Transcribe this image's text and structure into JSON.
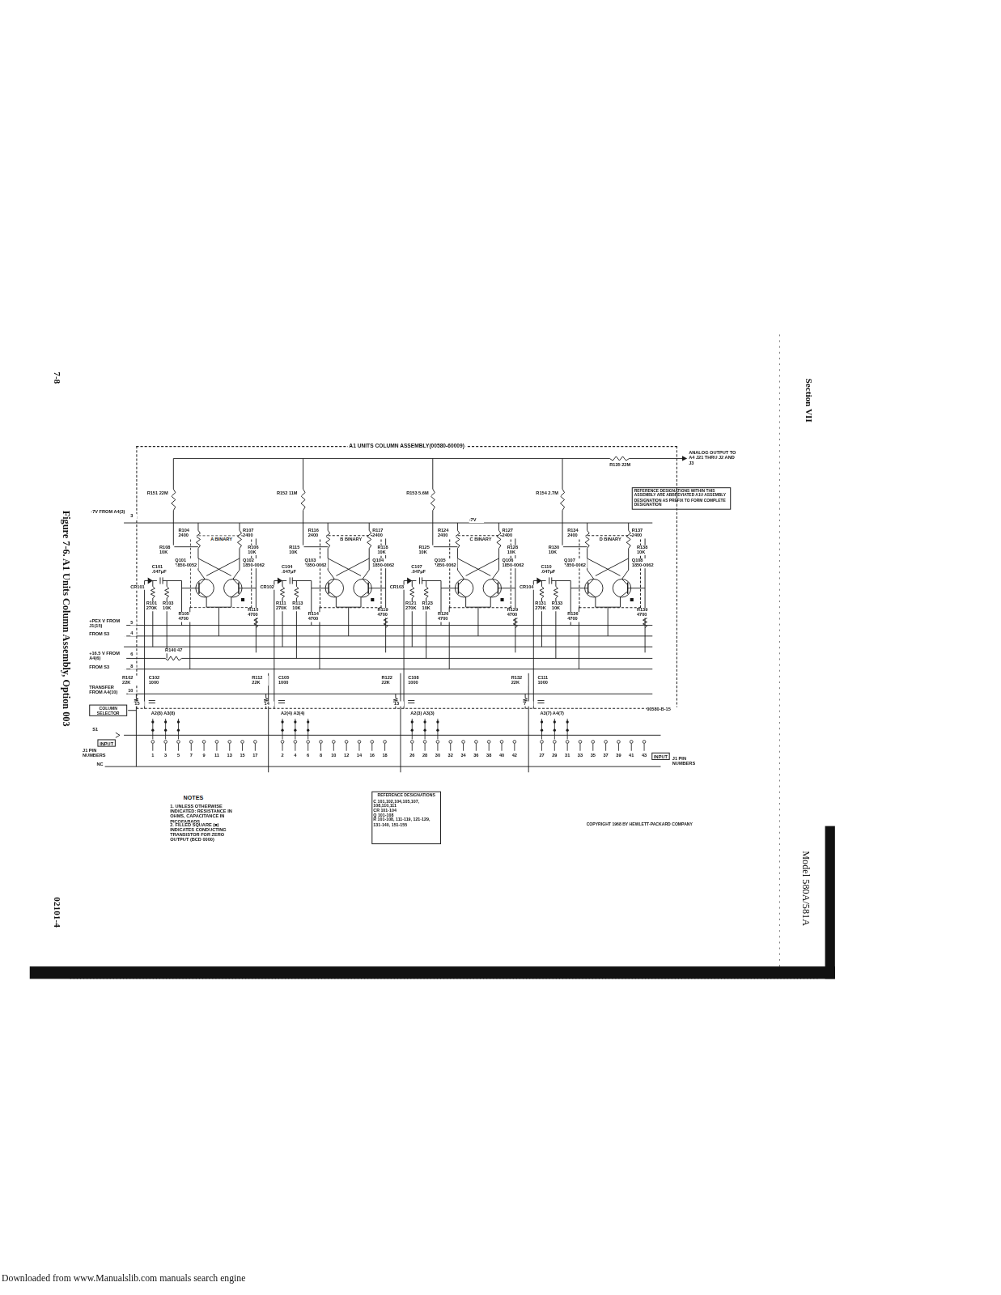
{
  "diagram": {
    "caption": "Figure 7-6. A1 Units Column Assembly, Option 003",
    "nodes": [
      {
        "text": [
          "A1 UNITS COLUMN ASSEMBLY(00580-60009)"
        ]
      },
      {
        "text": [
          "A BINARY"
        ],
        "in": 0
      },
      {
        "text": [
          "B BINARY"
        ],
        "in": 0
      },
      {
        "text": [
          "C BINARY"
        ],
        "in": 0
      },
      {
        "text": [
          "D BINARY"
        ],
        "in": 0
      },
      {
        "text": [
          "REFERENCE DESIGNATIONS WITHIN THIS ASSEMBLY ARE ABBREVIATED A1U ASSEMBLY DESIGNATION AS PREFIX TO FORM COMPLETE DESIGNATION"
        ]
      },
      {
        "text": [
          "COLUMN SELECTOR"
        ]
      },
      {
        "text": [
          "INPUT"
        ]
      },
      {
        "text": [
          "INPUT"
        ]
      },
      {
        "text": [
          "REFERENCE DESIGNATIONS",
          "C 101,102,104,105,107, 108,110,111",
          "CR 101-104",
          "Q 101-108",
          "R 101-108, 111-119, 121-129, 131-140, 151-155"
        ]
      }
    ],
    "labels": [
      "-7V FROM A4(3)",
      "3",
      "-7V",
      "+PEX V FROM J1(15)",
      "FROM S3",
      "+16.5 V FROM A4(6)",
      "FROM S3",
      "TRANSFER FROM A4(10)",
      "5",
      "4",
      "6",
      "8",
      "10",
      "R140 47",
      "R135 22M",
      "ANALOG OUTPUT TO A4 J21 THRU J2 AND J3",
      "00580-B-15",
      "S1",
      "J1 PIN NUMBERS",
      "NC",
      "J1 PIN NUMBERS",
      "R151 22M",
      "R104 2400",
      "R107 2400",
      "R108 10K",
      "R106 10K",
      "Q101 1850-0052",
      "Q102 1850-0062",
      "CR101",
      "C101 .047μF",
      "R101 270K",
      "R103 10K",
      "R105 4700",
      "R110 4700",
      "R102 22K",
      "C102 1000",
      "15",
      "A2(8) A3(8)",
      "1",
      "3",
      "5",
      "7",
      "9",
      "11",
      "13",
      "15",
      "17",
      "R152 11M",
      "R116 2400",
      "R117 2400",
      "R115 10K",
      "R118 10K",
      "Q103 1850-0062",
      "Q104 1850-0062",
      "CR102",
      "C104 .047μF",
      "R111 270K",
      "R113 10K",
      "R114 4700",
      "R119 4700",
      "R112 22K",
      "C105 1000",
      "14",
      "A2(4) A3(4)",
      "2",
      "4",
      "6",
      "8",
      "10",
      "12",
      "14",
      "16",
      "18",
      "R153 5.6M",
      "R124 2400",
      "R127 2400",
      "R125 10K",
      "R128 10K",
      "Q105 1850-0062",
      "Q106 1850-0062",
      "CR103",
      "C107 .047μF",
      "R121 270K",
      "R123 10K",
      "R126 4700",
      "R129 4700",
      "R122 22K",
      "C108 1000",
      "13",
      "A2(3) A3(3)",
      "26",
      "28",
      "30",
      "32",
      "34",
      "36",
      "38",
      "40",
      "42",
      "R154 2.7M",
      "R134 2400",
      "R137 2400",
      "R130 10K",
      "R138 10K",
      "Q107 1850-0062",
      "Q108 1850-0062",
      "CR104",
      "C110 .047μF",
      "R131 270K",
      "R133 10K",
      "R136 4700",
      "R139 4700",
      "R132 22K",
      "C111 1000",
      "7",
      "A3(7) A4(7)",
      "27",
      "29",
      "31",
      "33",
      "35",
      "37",
      "39",
      "41",
      "43",
      "NOTES",
      "1. UNLESS OTHERWISE INDICATED: RESISTANCE IN OHMS, CAPACITANCE IN PICOFARADS",
      "2. FILLED SQUARE (■) INDICATES CONDUCTING TRANSISTOR FOR ZERO OUTPUT (BCD 0000)",
      "COPYRIGHT 1968 BY HEWLETT-PACKARD COMPANY",
      "Section VII",
      "Model 580A/581A",
      "7-8",
      "02101-4",
      "Downloaded from www.Manualslib.com manuals search engine"
    ]
  }
}
